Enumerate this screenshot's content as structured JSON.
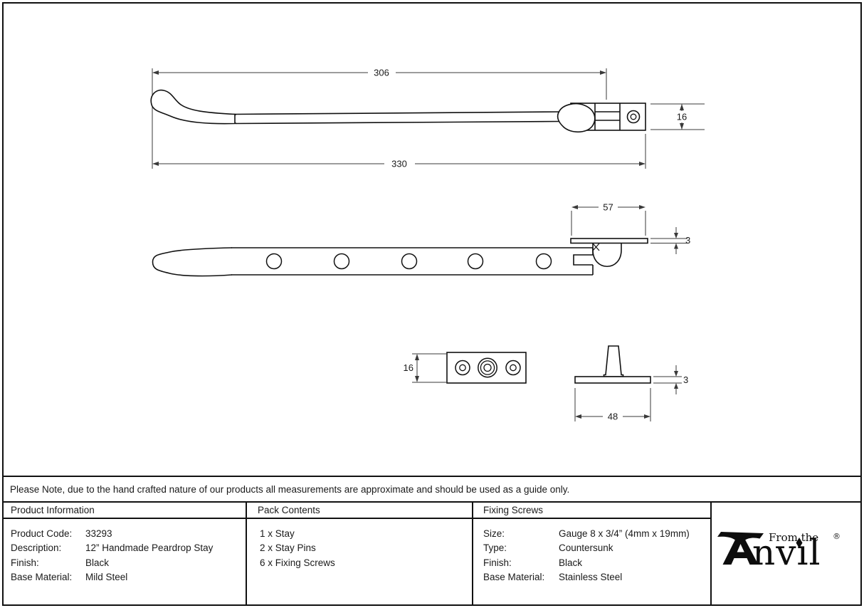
{
  "note": "Please Note, due to the hand crafted nature of our products all measurements are approximate and should be used as a guide only.",
  "product_information": {
    "header": "Product Information",
    "rows": [
      {
        "label": "Product Code:",
        "value": "33293"
      },
      {
        "label": "Description:",
        "value": "12” Handmade Peardrop Stay"
      },
      {
        "label": "Finish:",
        "value": "Black"
      },
      {
        "label": "Base Material:",
        "value": "Mild Steel"
      }
    ]
  },
  "pack_contents": {
    "header": "Pack Contents",
    "items": [
      "1 x Stay",
      "2 x Stay Pins",
      "6 x Fixing Screws"
    ]
  },
  "fixing_screws": {
    "header": "Fixing Screws",
    "rows": [
      {
        "label": "Size:",
        "value": "Gauge 8 x 3/4” (4mm x 19mm)"
      },
      {
        "label": "Type:",
        "value": "Countersunk"
      },
      {
        "label": "Finish:",
        "value": "Black"
      },
      {
        "label": "Base Material:",
        "value": "Stainless Steel"
      }
    ]
  },
  "logo": {
    "prefix": "From the",
    "name_rest": "nvıl",
    "registered": "®"
  },
  "drawing": {
    "dimensions": {
      "stay_inner_length": "306",
      "stay_total_length": "330",
      "bracket_height": "16",
      "pin_bracket_width": "57",
      "pin_bracket_plate_thickness": "3",
      "pin_plate_height": "16",
      "pin_plate_thickness": "3",
      "pin_plate_width": "48"
    }
  },
  "colors": {
    "line": "#111111",
    "dimension": "#3a3a3a",
    "background": "#ffffff"
  }
}
